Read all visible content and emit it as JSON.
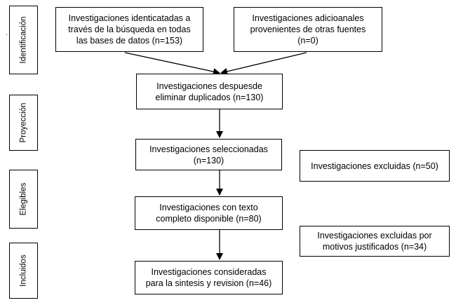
{
  "stages": [
    "Identificación",
    "Proyección",
    "Elegibles",
    "Incluidos"
  ],
  "boxes": {
    "identified": "Investigaciones identicatadas a\ntravés de la búsqueda en todas\nlas bases de datos (n=153)",
    "additional": "Investigaciones adicioanales\nprovenientes de otras  fuentes\n(n=0)",
    "after_duplicates": "Investigaciones despuesde\neliminar duplicados (n=130)",
    "selected": "Investigaciones seleccionadas\n(n=130)",
    "excluded": "Investigaciones excluidas (n=50)",
    "full_text": "Investigaciones con texto\ncompleto disponible (n=80)",
    "excluded_justified": "Investigaciones excluidas por\nmotivos justificados (n=34)",
    "included": "Investigaciones consideradas\npara la sintesis y revision (n=46)"
  },
  "stray_mark": "."
}
